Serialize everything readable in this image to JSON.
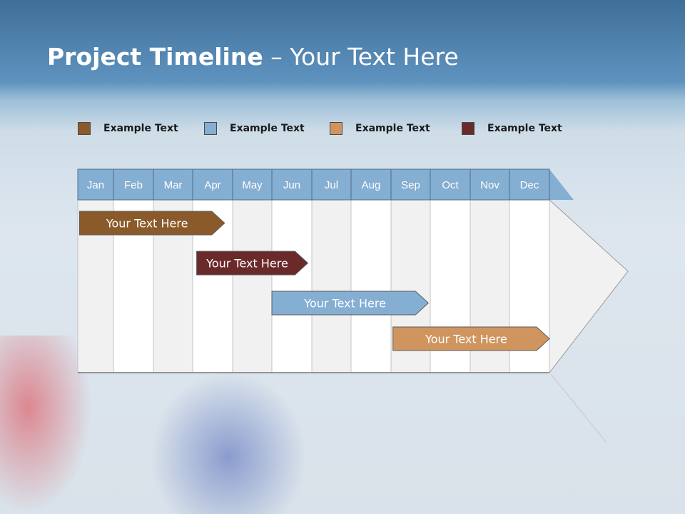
{
  "title": {
    "bold": "Project Timeline",
    "rest": " – Your Text Here"
  },
  "legend": [
    {
      "label": "Example Text",
      "color": "#8b5a2b"
    },
    {
      "label": "Example Text",
      "color": "#84aed2"
    },
    {
      "label": "Example Text",
      "color": "#d0955f"
    },
    {
      "label": "Example Text",
      "color": "#6b2a2a"
    }
  ],
  "timeline": {
    "months": [
      "Jan",
      "Feb",
      "Mar",
      "Apr",
      "May",
      "Jun",
      "Jul",
      "Aug",
      "Sep",
      "Oct",
      "Nov",
      "Dec"
    ],
    "header_color": "#84aed2",
    "bars": [
      {
        "label": "Your  Text Here",
        "start": 0.05,
        "end": 3.8,
        "color": "#8b5a2b"
      },
      {
        "label": "Your  Text Here",
        "start": 3.1,
        "end": 5.9,
        "color": "#6b2a2a"
      },
      {
        "label": "Your  Text Here",
        "start": 5.0,
        "end": 8.95,
        "color": "#84aed2"
      },
      {
        "label": "Your  Text Here",
        "start": 8.05,
        "end": 12.0,
        "color": "#d0955f"
      }
    ]
  }
}
